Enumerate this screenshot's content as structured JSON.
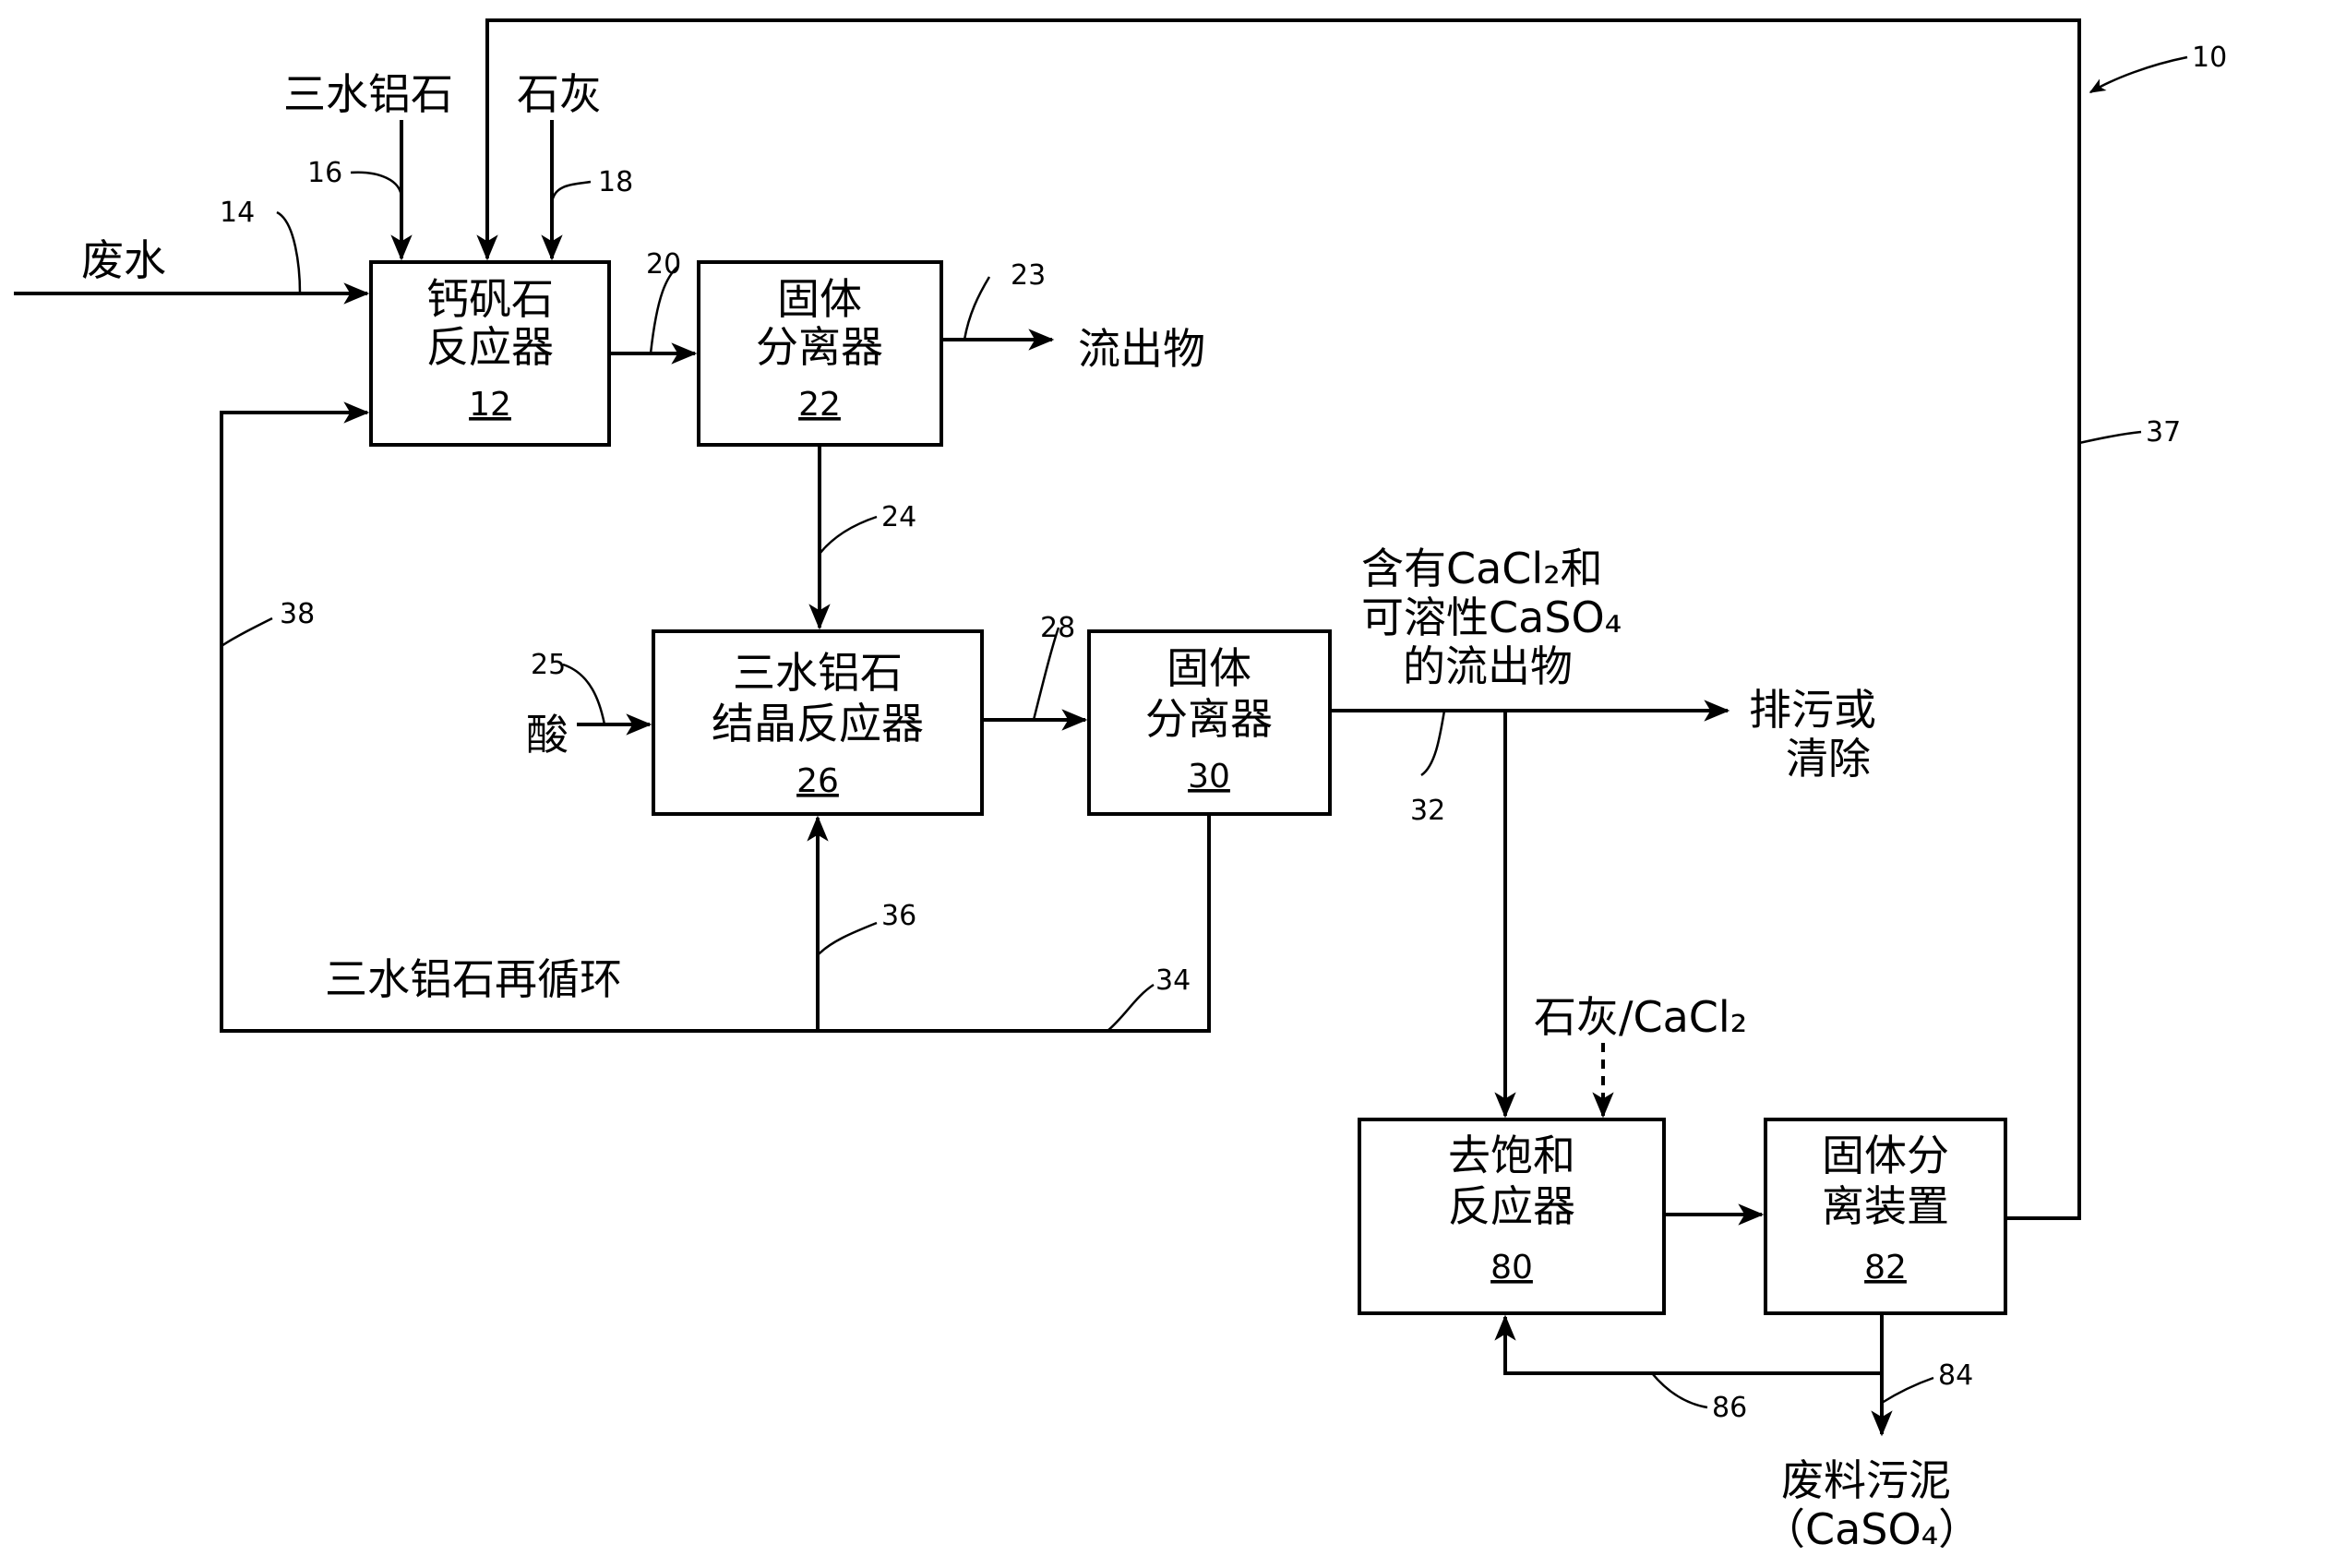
{
  "inputs": {
    "gibbsite": "三水铝石",
    "lime": "石灰",
    "wastewater": "废水",
    "acid": "酸",
    "lime_cacl2": "石灰/CaCl₂"
  },
  "boxes": {
    "ettringite_reactor": {
      "line1": "钙矾石",
      "line2": "反应器",
      "num": "12"
    },
    "solid_separator_22": {
      "line1": "固体",
      "line2": "分离器",
      "num": "22"
    },
    "gibbsite_crystal_reactor": {
      "line1": "三水铝石",
      "line2": "结晶反应器",
      "num": "26"
    },
    "solid_separator_30": {
      "line1": "固体",
      "line2": "分离器",
      "num": "30"
    },
    "desaturation_reactor": {
      "line1": "去饱和",
      "line2": "反应器",
      "num": "80"
    },
    "solid_separation_device": {
      "line1": "固体分",
      "line2": "离装置",
      "num": "82"
    }
  },
  "outputs": {
    "effluent": "流出物",
    "effluent_cacl2_line1": "含有CaCl₂和",
    "effluent_cacl2_line2": "可溶性CaSO₄",
    "effluent_cacl2_line3": "的流出物",
    "blowdown_line1": "排污或",
    "blowdown_line2": "清除",
    "sludge_line1": "废料污泥",
    "sludge_line2": "（CaSO₄）"
  },
  "recycle_label": "三水铝石再循环",
  "refs": {
    "system": "10",
    "r14": "14",
    "r16": "16",
    "r18": "18",
    "r20": "20",
    "r23": "23",
    "r24": "24",
    "r25": "25",
    "r28": "28",
    "r32": "32",
    "r34": "34",
    "r36": "36",
    "r37": "37",
    "r38": "38",
    "r84": "84",
    "r86": "86"
  }
}
